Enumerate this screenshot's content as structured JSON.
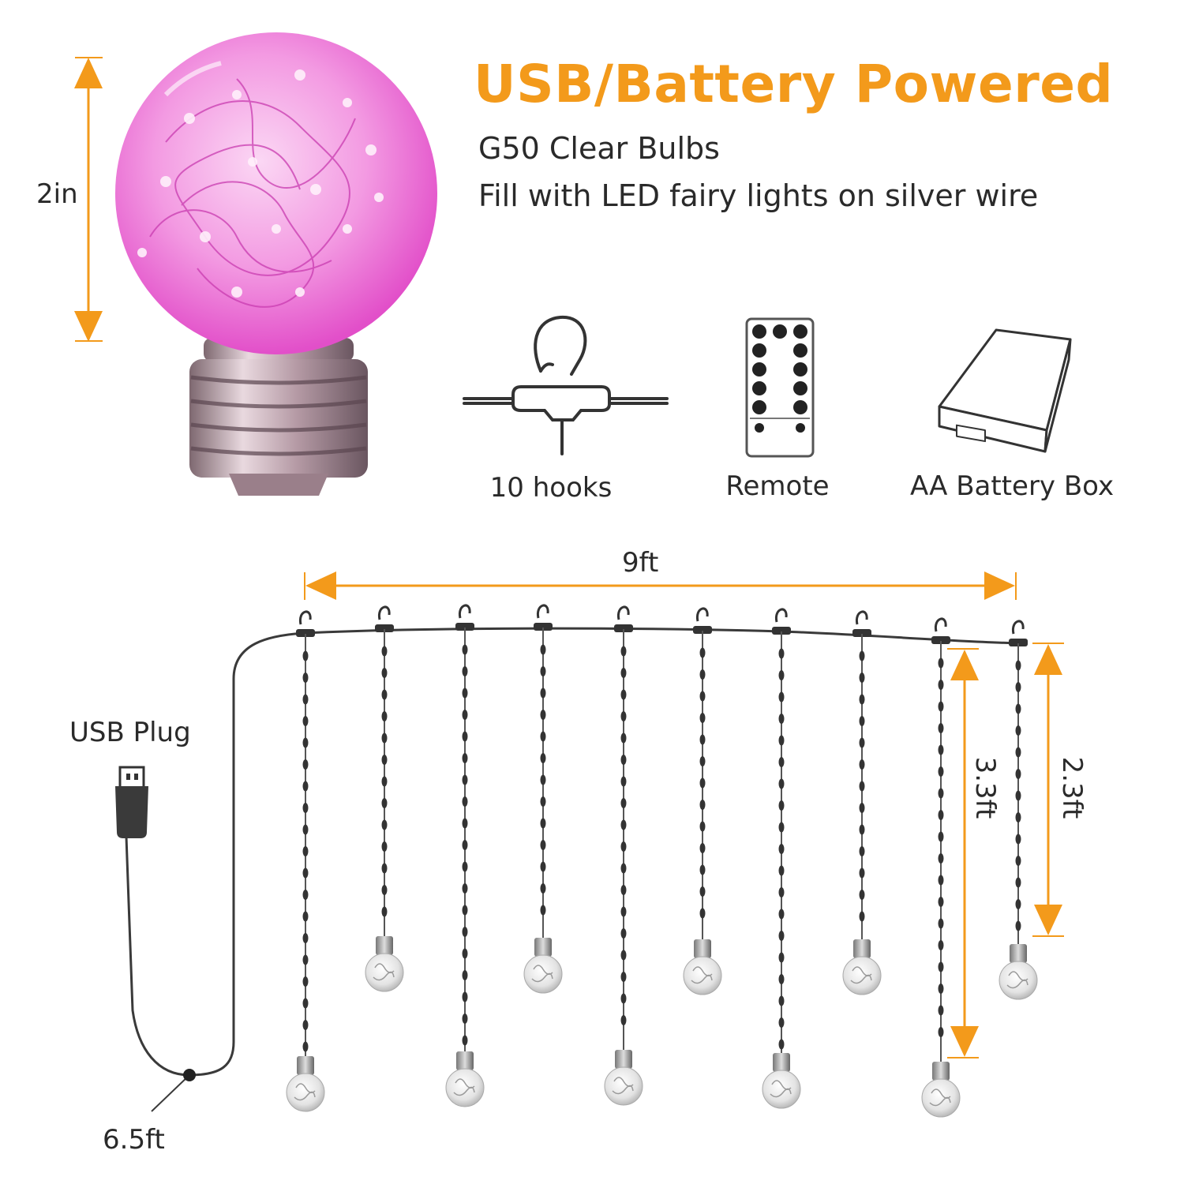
{
  "headline": "USB/Battery Powered",
  "features": [
    "G50 Clear Bulbs",
    "Fill with LED fairy lights on silver wire"
  ],
  "accessories": {
    "hooks": "10 hooks",
    "remote": "Remote",
    "battery_box": "AA Battery Box"
  },
  "dimensions": {
    "bulb_height": "2in",
    "curtain_width": "9ft",
    "long_strand": "3.3ft",
    "short_strand": "2.3ft",
    "usb_cable": "6.5ft"
  },
  "labels": {
    "usb_plug": "USB Plug"
  },
  "colors": {
    "accent": "#f39a1b",
    "bulb_glow": "#f07ad6",
    "wire": "#3a3a3a",
    "text": "#2a2a2a"
  },
  "icons": [
    "bulb-icon",
    "hook-icon",
    "remote-icon",
    "battery-box-icon",
    "usb-plug-icon",
    "mini-bulb-icon"
  ]
}
